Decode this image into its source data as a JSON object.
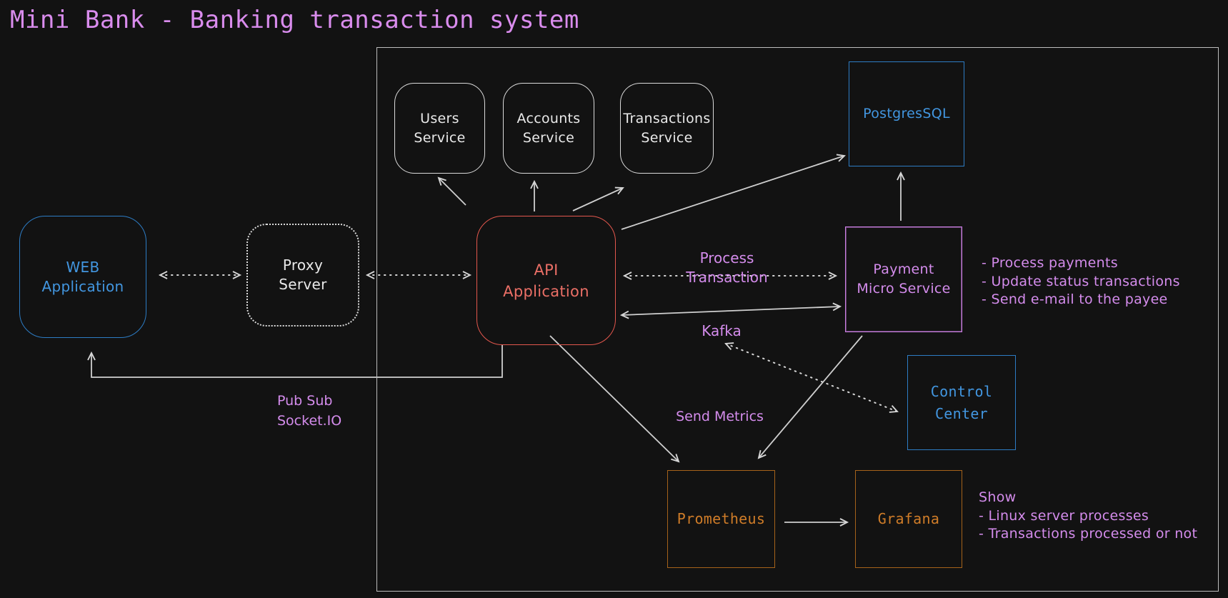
{
  "title": "Mini Bank - Banking transaction system",
  "nodes": {
    "users_service": {
      "line1": "Users",
      "line2": "Service"
    },
    "accounts_service": {
      "line1": "Accounts",
      "line2": "Service"
    },
    "transactions_service": {
      "line1": "Transactions",
      "line2": "Service"
    },
    "postgressql": {
      "label": "PostgresSQL"
    },
    "web_application": {
      "line1": "WEB",
      "line2": "Application"
    },
    "proxy_server": {
      "line1": "Proxy",
      "line2": "Server"
    },
    "api_application": {
      "line1": "API",
      "line2": "Application"
    },
    "payment_micro_service": {
      "line1": "Payment",
      "line2": "Micro Service"
    },
    "control_center": {
      "line1": "Control",
      "line2": "Center"
    },
    "prometheus": {
      "label": "Prometheus"
    },
    "grafana": {
      "label": "Grafana"
    }
  },
  "edge_labels": {
    "process_transaction": {
      "line1": "Process",
      "line2": "Transaction"
    },
    "kafka": {
      "label": "Kafka"
    },
    "send_metrics": {
      "label": "Send Metrics"
    },
    "pub_sub": {
      "line1": "Pub Sub",
      "line2": "Socket.IO"
    }
  },
  "annotations": {
    "payment_notes": {
      "line1": "- Process payments",
      "line2": "- Update status transactions",
      "line3": "- Send e-mail to the payee"
    },
    "grafana_notes": {
      "title": "Show",
      "line1": "- Linux server processes",
      "line2": "- Transactions processed or not"
    }
  },
  "colors": {
    "background": "#121212",
    "title_purple": "#d98ced",
    "annotation_purple": "#d48cec",
    "white_stroke": "#dadada",
    "blue": "#4296e0",
    "red": "#ea6f66",
    "orange": "#cf7c28",
    "boundary_gray": "#bdbdbd"
  }
}
